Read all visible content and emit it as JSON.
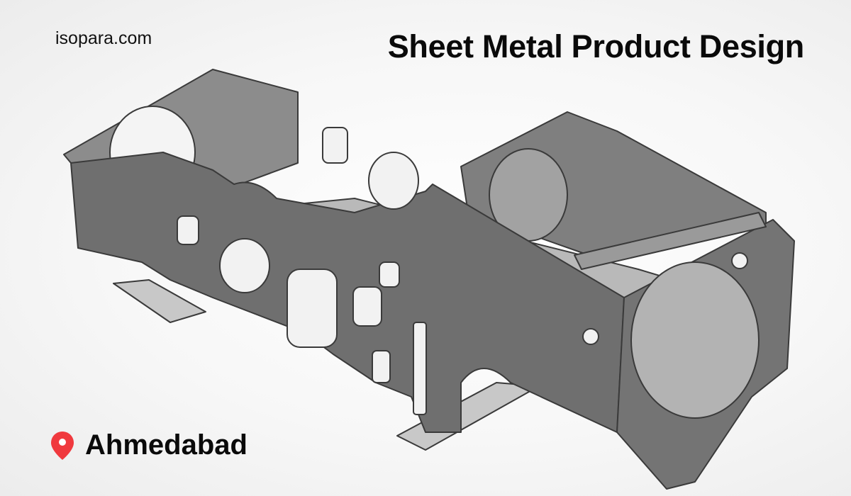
{
  "site": "isopara.com",
  "title": "Sheet Metal Product Design",
  "location": {
    "icon": "map-pin-icon",
    "label": "Ahmedabad",
    "color": "#f0393e"
  }
}
